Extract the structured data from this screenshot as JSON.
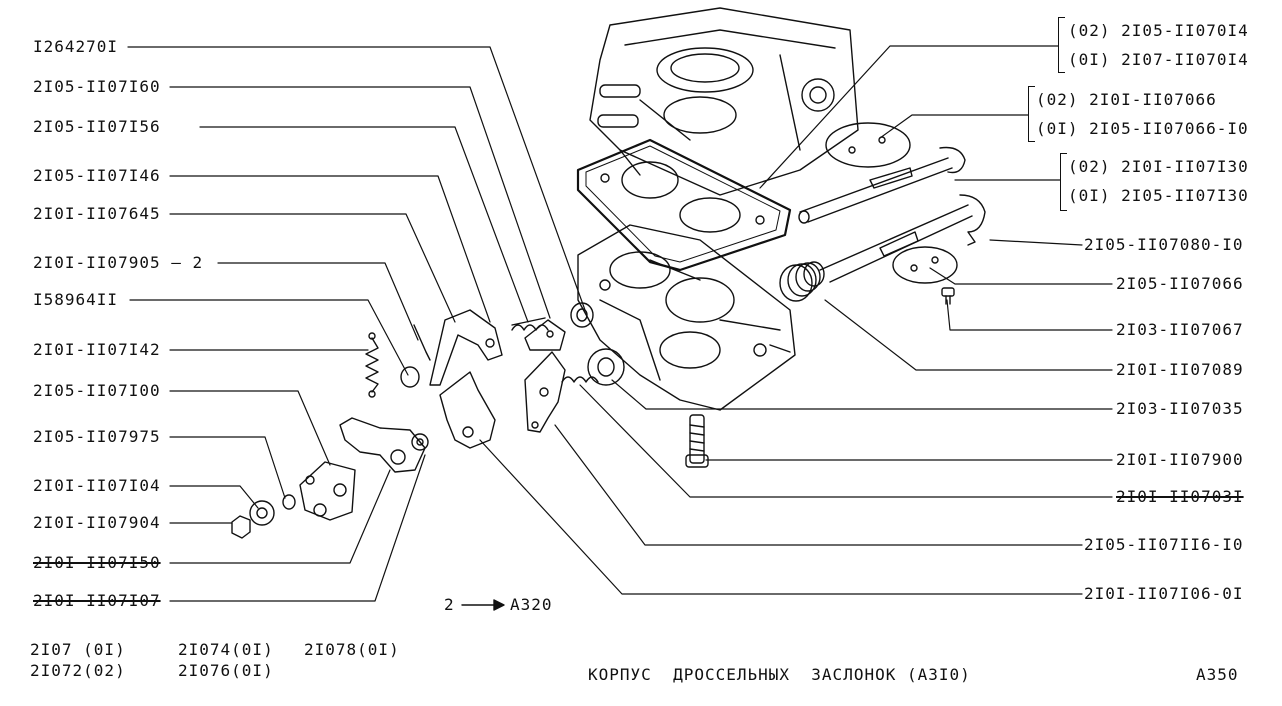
{
  "left_labels": [
    {
      "id": "l1",
      "text": "I264270I"
    },
    {
      "id": "l2",
      "text": "2I05-II07I60"
    },
    {
      "id": "l3",
      "text": "2I05-II07I56"
    },
    {
      "id": "l4",
      "text": "2I05-II07I46"
    },
    {
      "id": "l5",
      "text": "2I0I-II07645"
    },
    {
      "id": "l6",
      "text": "2I0I-II07905 — 2"
    },
    {
      "id": "l7",
      "text": "I58964II"
    },
    {
      "id": "l8",
      "text": "2I0I-II07I42"
    },
    {
      "id": "l9",
      "text": "2I05-II07I00"
    },
    {
      "id": "l10",
      "text": "2I05-II07975"
    },
    {
      "id": "l11",
      "text": "2I0I-II07I04"
    },
    {
      "id": "l12",
      "text": "2I0I-II07904"
    },
    {
      "id": "l13",
      "text": "2I0I-II07I50"
    },
    {
      "id": "l14",
      "text": "2I0I-II07I07"
    }
  ],
  "right_labels": [
    {
      "id": "r1",
      "text": "(02) 2I05-II070I4"
    },
    {
      "id": "r2",
      "text": "(0I) 2I07-II070I4"
    },
    {
      "id": "r3",
      "text": "(02)    2I0I-II07066"
    },
    {
      "id": "r4",
      "text": "(0I) 2I05-II07066-I0"
    },
    {
      "id": "r5",
      "text": "(02) 2I0I-II07I30"
    },
    {
      "id": "r6",
      "text": "(0I) 2I05-II07I30"
    },
    {
      "id": "r7",
      "text": "2I05-II07080-I0"
    },
    {
      "id": "r8",
      "text": "2I05-II07066"
    },
    {
      "id": "r9",
      "text": "2I03-II07067"
    },
    {
      "id": "r10",
      "text": "2I0I-II07089"
    },
    {
      "id": "r11",
      "text": "2I03-II07035"
    },
    {
      "id": "r12",
      "text": "2I0I-II07900"
    },
    {
      "id": "r13",
      "text": "2I0I-II0703I"
    },
    {
      "id": "r14",
      "text": "2I05-II07II6-I0"
    },
    {
      "id": "r15",
      "text": "2I0I-II07I06-0I"
    }
  ],
  "reference_note": {
    "num": "2",
    "target": "A320"
  },
  "models": {
    "row1": [
      "2I07 (0I)",
      "2I074(0I)",
      "2I078(0I)"
    ],
    "row2": [
      "2I072(02)",
      "2I076(0I)"
    ]
  },
  "title": "КОРПУС  ДРОССЕЛЬНЫХ  ЗАСЛОНОК (А3I0)",
  "page_code": "А350",
  "colors": {
    "ink": "#111111",
    "paper": "#ffffff"
  }
}
